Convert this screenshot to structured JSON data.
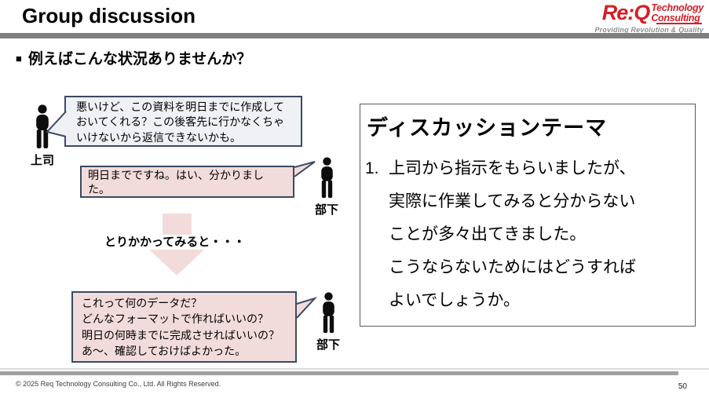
{
  "slide": {
    "title": "Group discussion",
    "page_number": "50",
    "footer": "© 2025 Req Technology Consulting Co., Ltd.  All Rights Reserved."
  },
  "logo": {
    "brand": "Re:Q",
    "word1": "Technology",
    "word2": "Consulting",
    "tagline": "Providing Revolution & Quality",
    "brand_color": "#d41f26",
    "tagline_color": "#8d8d8d"
  },
  "heading": {
    "marker": "■",
    "text": "例えばこんな状況ありませんか？"
  },
  "conversation": {
    "boss_label": "上司",
    "subordinate_label": "部下",
    "boss_bubble": "悪いけど、この資料を明日までに作成しておいてくれる？この後客先に行かなくちゃいけないから返信できないかも。",
    "reply_bubble": "明日までですね。はい、分かりました。",
    "transition_label": "とりかかってみると・・・",
    "questions_bubble": "これって何のデータだ？\nどんなフォーマットで作ればいいの？\n明日の何時までに完成させればいいの？\nあ～、確認しておけばよかった。",
    "bubble_border_color": "#3b4a63",
    "gray_bubble_fill": "#eff1f5",
    "pink_fill": "#f2dcdb"
  },
  "theme_panel": {
    "title": "ディスカッションテーマ",
    "item_number": "1.",
    "item_text": "上司から指示をもらいましたが、実際に作業してみると分からないことが多々出てきました。\nこうならないためにはどうすればよいでしょうか。"
  }
}
